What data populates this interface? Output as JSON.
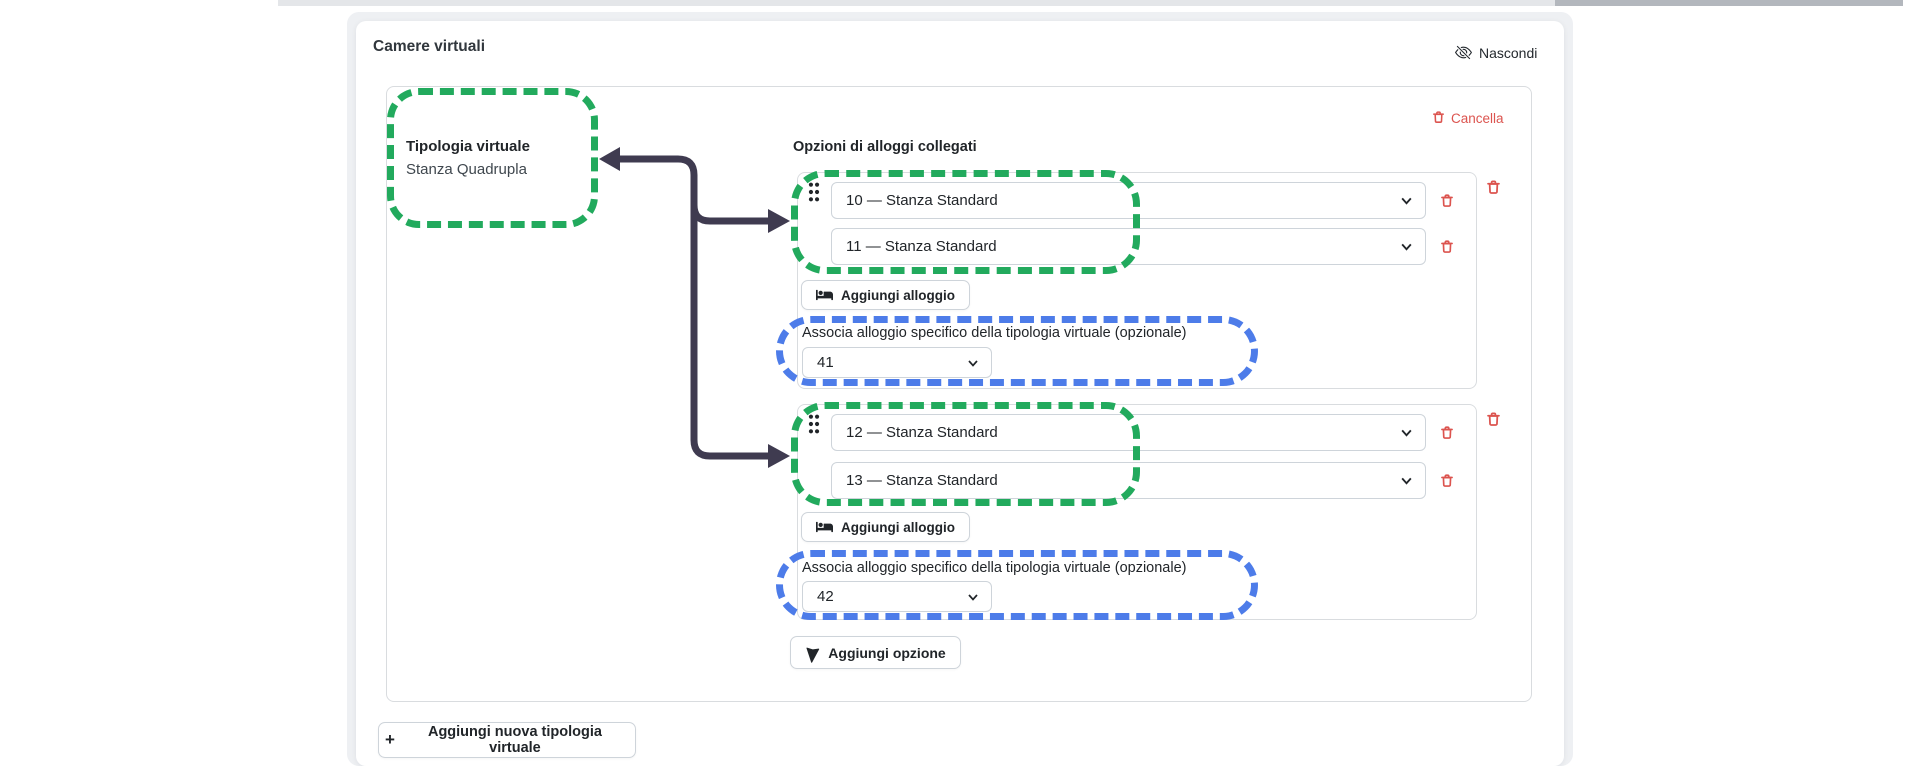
{
  "header": {
    "title": "Camere virtuali",
    "hide_label": "Nascondi"
  },
  "panel": {
    "delete_label": "Cancella",
    "tipologia_title": "Tipologia virtuale",
    "tipologia_value": "Stanza Quadrupla",
    "options_heading": "Opzioni di alloggi collegati"
  },
  "groups": [
    {
      "lodgings": [
        "10 — Stanza Standard",
        "11 — Stanza Standard"
      ],
      "add_lodging_label": "Aggiungi alloggio",
      "associate_label": "Associa alloggio specifico della tipologia virtuale (opzionale)",
      "specific_lodging": "41"
    },
    {
      "lodgings": [
        "12 — Stanza Standard",
        "13 — Stanza Standard"
      ],
      "add_lodging_label": "Aggiungi alloggio",
      "associate_label": "Associa alloggio specifico della tipologia virtuale (opzionale)",
      "specific_lodging": "42"
    }
  ],
  "footer": {
    "add_option_label": "Aggiungi opzione",
    "plus": "+",
    "add_new_label": "Aggiungi nuova tipologia virtuale"
  },
  "colors": {
    "annotation_green": "#22aa5d",
    "annotation_blue": "#4d7ce9",
    "danger_red": "#dc544f",
    "arrow_dark": "#3f3b50"
  }
}
